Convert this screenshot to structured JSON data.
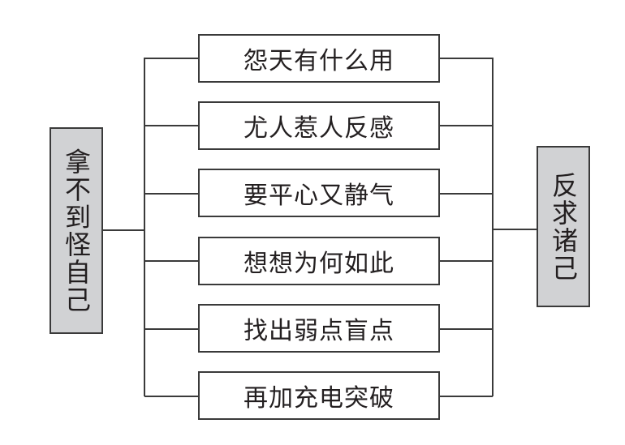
{
  "diagram": {
    "left_node": {
      "label": "拿不到怪自己"
    },
    "right_node": {
      "label": "反求诸己"
    },
    "items": [
      {
        "label": "怨天有什么用"
      },
      {
        "label": "尤人惹人反感"
      },
      {
        "label": "要平心又静气"
      },
      {
        "label": "想想为何如此"
      },
      {
        "label": "找出弱点盲点"
      },
      {
        "label": "再加充电突破"
      }
    ],
    "colors": {
      "side_fill": "#d1d2d4",
      "stroke": "#3a3a3a",
      "text": "#231f20"
    }
  }
}
